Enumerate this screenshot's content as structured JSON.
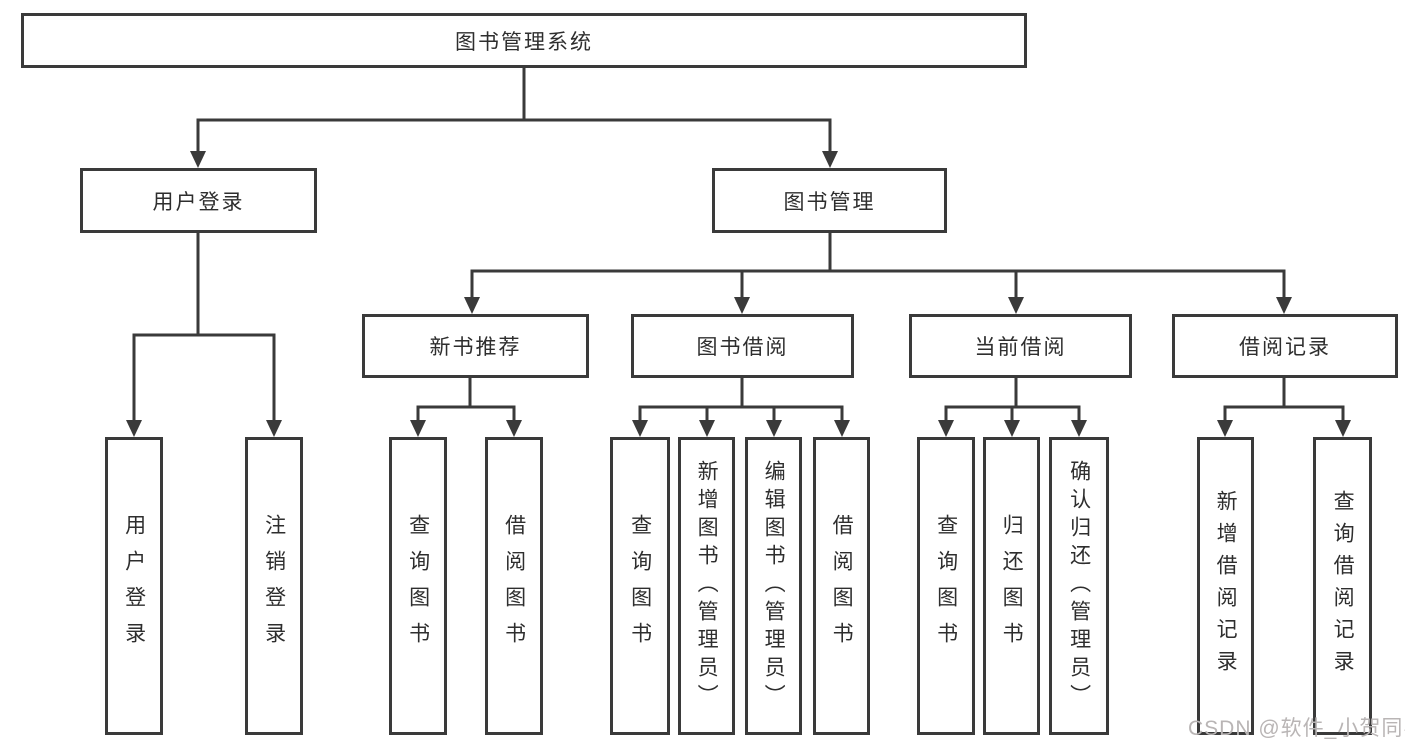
{
  "diagram": {
    "root": {
      "label": "图书管理系统"
    },
    "branches": [
      {
        "label": "用户登录",
        "children": [
          {
            "label": "用户登录"
          },
          {
            "label": "注销登录"
          }
        ]
      },
      {
        "label": "图书管理",
        "children": [
          {
            "label": "新书推荐",
            "children": [
              {
                "label": "查询图书"
              },
              {
                "label": "借阅图书"
              }
            ]
          },
          {
            "label": "图书借阅",
            "children": [
              {
                "label": "查询图书"
              },
              {
                "label": "新增图书（管理员）"
              },
              {
                "label": "编辑图书（管理员）"
              },
              {
                "label": "借阅图书"
              }
            ]
          },
          {
            "label": "当前借阅",
            "children": [
              {
                "label": "查询图书"
              },
              {
                "label": "归还图书"
              },
              {
                "label": "确认归还（管理员）"
              }
            ]
          },
          {
            "label": "借阅记录",
            "children": [
              {
                "label": "新增借阅记录"
              },
              {
                "label": "查询借阅记录"
              }
            ]
          }
        ]
      }
    ]
  },
  "watermark": {
    "text": "CSDN @软件_小贺同学"
  },
  "colors": {
    "line": "#3a3a3a",
    "box_border": "#3a3a3a",
    "text": "#2e2e2e",
    "background": "#ffffff",
    "watermark": "#b9b5b5"
  }
}
